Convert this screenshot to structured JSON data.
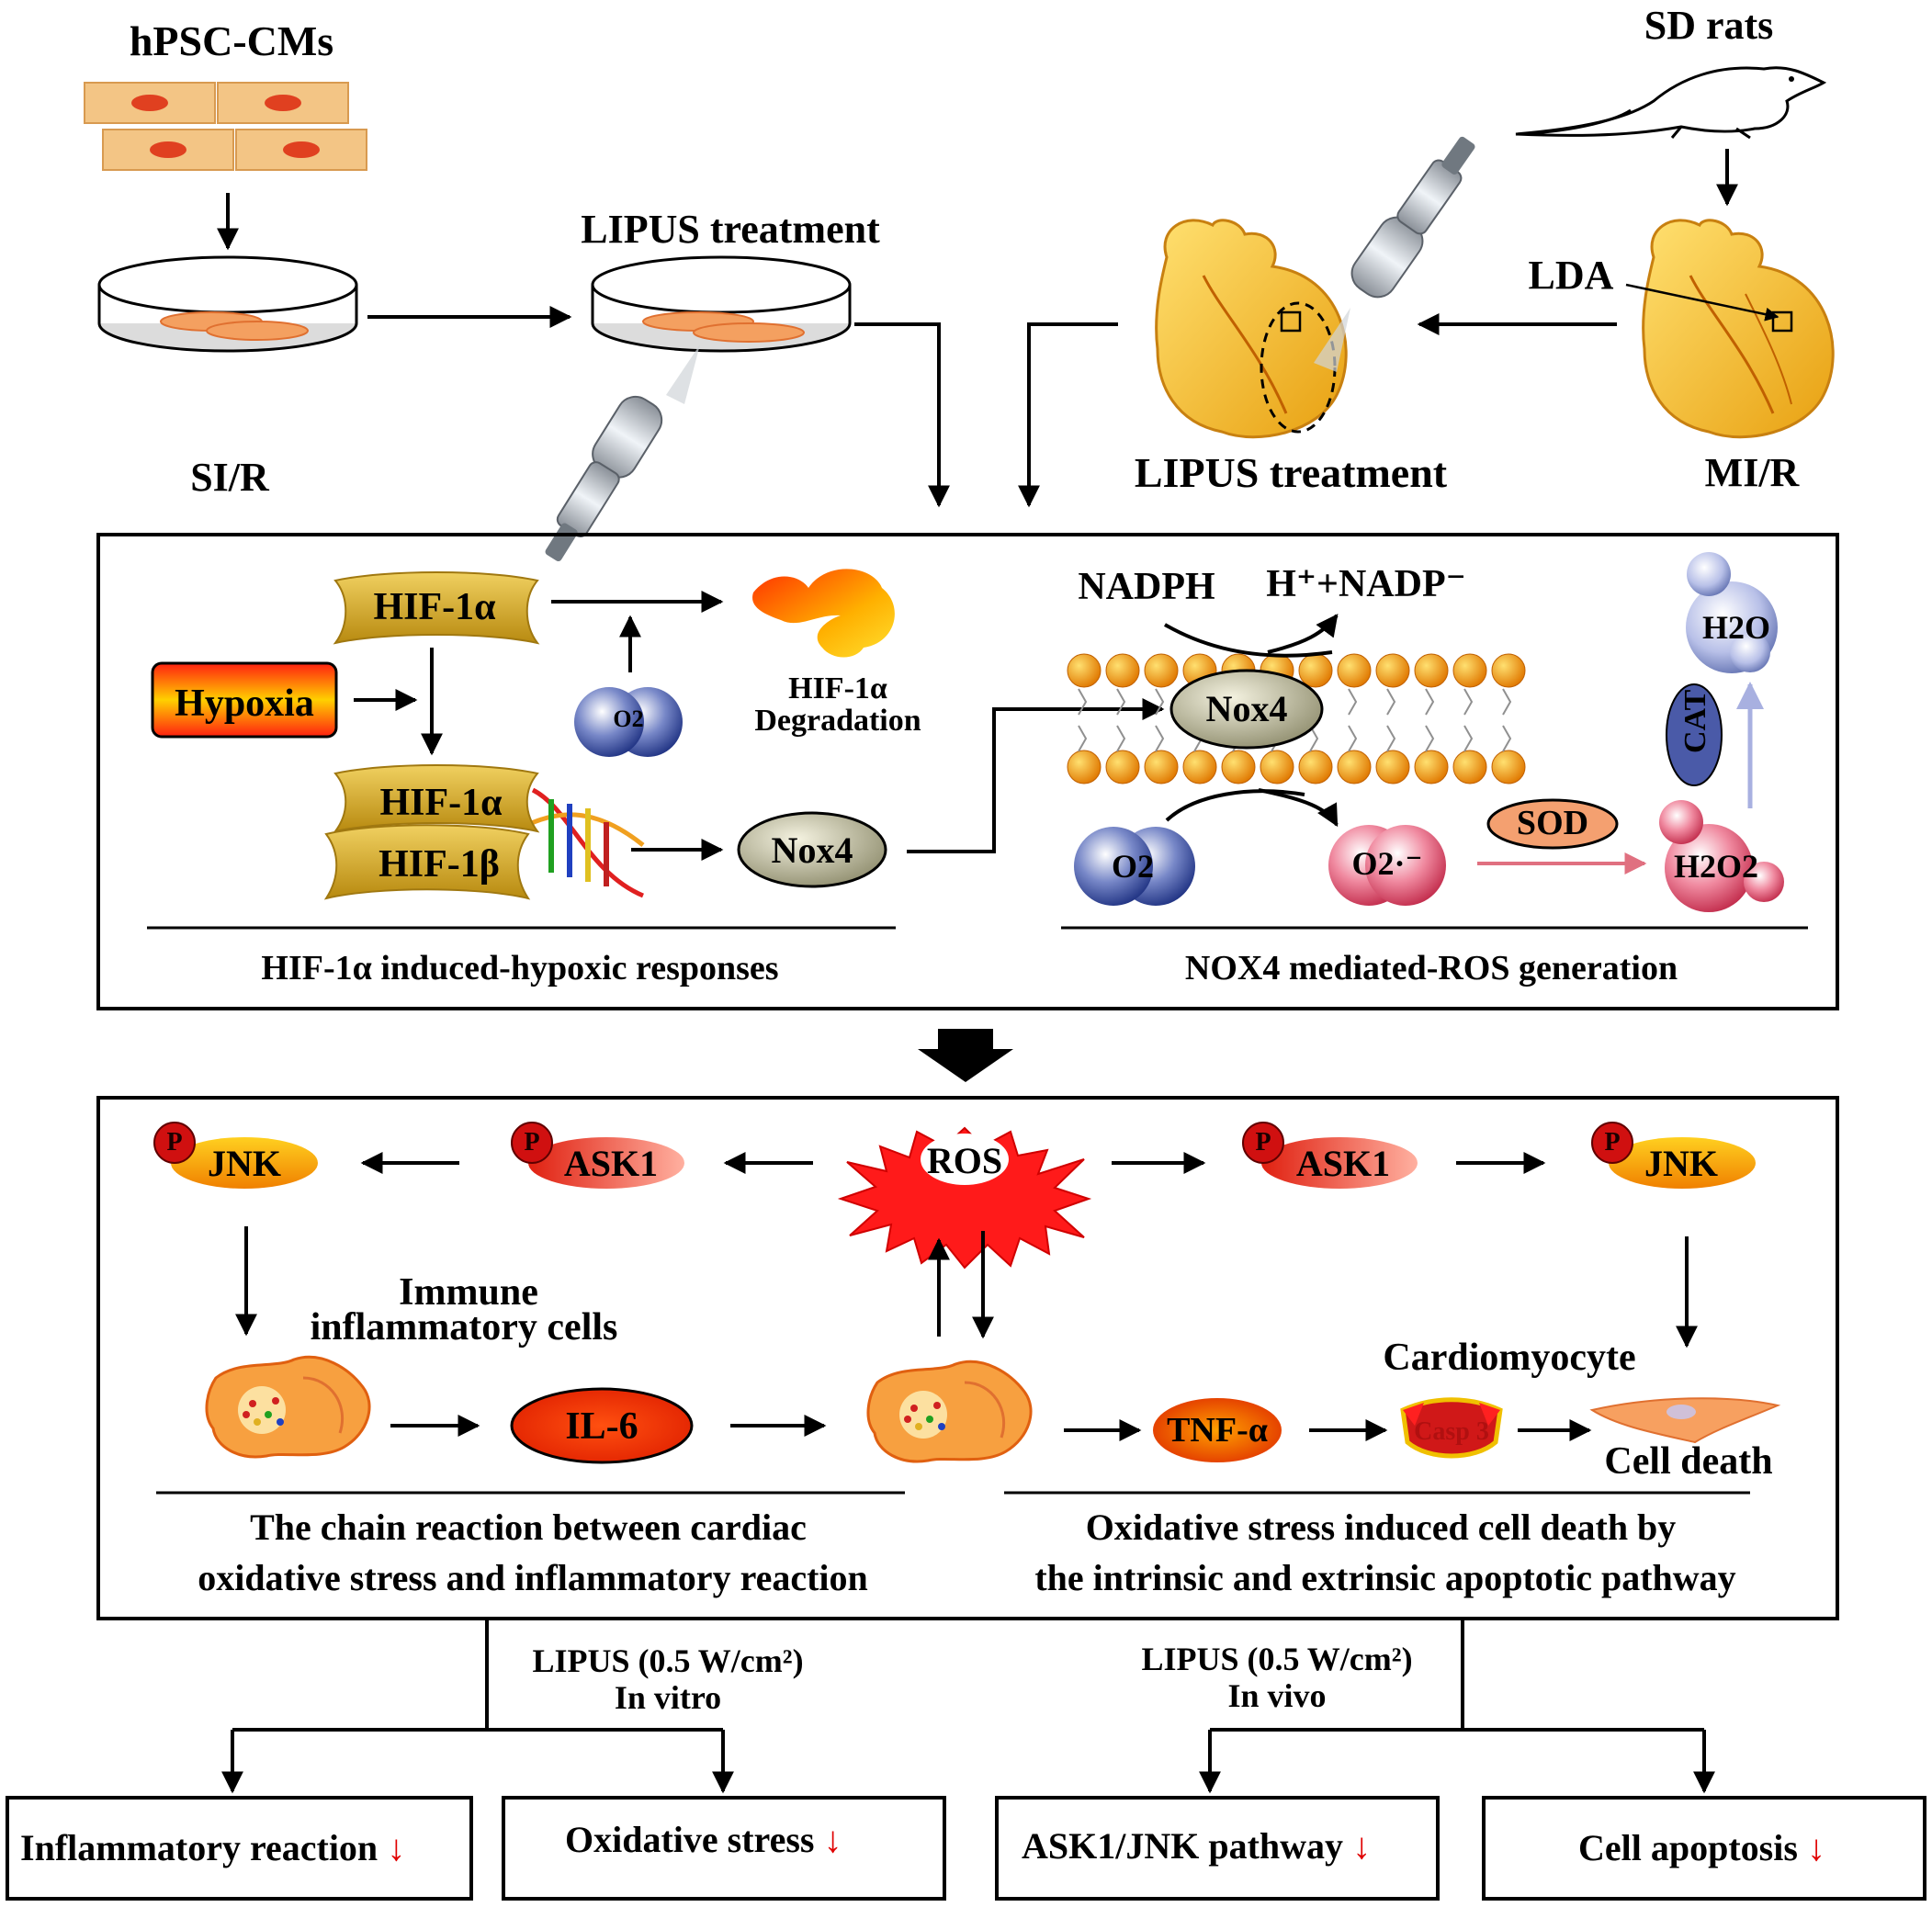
{
  "top": {
    "hpsc_label": "hPSC-CMs",
    "sir_label": "SI/R",
    "lipus_invitro_label": "LIPUS treatment",
    "sd_rats_label": "SD rats",
    "lda_label": "LDA",
    "lipus_invivo_label": "LIPUS treatment",
    "mir_label": "MI/R"
  },
  "hif_panel": {
    "hif1a": "HIF-1α",
    "hypoxia": "Hypoxia",
    "o2_molecule": "O2",
    "degradation_line1": "HIF-1α",
    "degradation_line2": "Degradation",
    "complex_hif1a": "HIF-1α",
    "complex_hif1b": "HIF-1β",
    "nox4_gene": "Nox4",
    "caption": "HIF-1α induced-hypoxic responses"
  },
  "nox_panel": {
    "nadph": "NADPH",
    "nadp_products": "H⁺+NADP⁻",
    "nox4_membrane": "Nox4",
    "o2_substrate": "O2",
    "superoxide": "O2·⁻",
    "sod": "SOD",
    "h2o2": "H2O2",
    "cat": "CAT",
    "h2o": "H2O",
    "caption": "NOX4 mediated-ROS generation"
  },
  "ros_panel": {
    "ros": "ROS",
    "p_marker": "P",
    "jnk_left": "JNK",
    "ask1_left": "ASK1",
    "ask1_right": "ASK1",
    "jnk_right": "JNK",
    "immune_line1": "Immune",
    "immune_line2": "inflammatory cells",
    "il6": "IL-6",
    "tnfa": "TNF-α",
    "casp3": "Casp 3",
    "cardiomyocyte": "Cardiomyocyte",
    "cell_death": "Cell death",
    "left_caption_line1": "The chain reaction between cardiac",
    "left_caption_line2": "oxidative stress and inflammatory reaction",
    "right_caption_line1": "Oxidative stress induced cell death by",
    "right_caption_line2": "the intrinsic and extrinsic apoptotic pathway"
  },
  "outcomes": {
    "invitro_line1": "LIPUS (0.5 W/cm²)",
    "invitro_line2": "In vitro",
    "invivo_line1": "LIPUS (0.5 W/cm²)",
    "invivo_line2": "In vivo",
    "down_arrow": "↓",
    "boxes": [
      "Inflammatory reaction",
      "Oxidative stress",
      "ASK1/JNK pathway",
      "Cell apoptosis"
    ]
  },
  "colors": {
    "black": "#000000",
    "hif_gold": "#d9a520",
    "hypoxia_red": "#e0201a",
    "o2_blue": "#3a4fa8",
    "superoxide_pink": "#e05a78",
    "membrane_orange": "#f0a020",
    "nox4_gray": "#b8b59a",
    "ros_red": "#ff1a1a",
    "jnk_orange": "#f5a000",
    "ask1_red": "#e84a30",
    "il6_red": "#ff3300",
    "cell_orange": "#f7a040",
    "heart_yellow": "#f4c430",
    "down_arrow_red": "#e00000"
  }
}
